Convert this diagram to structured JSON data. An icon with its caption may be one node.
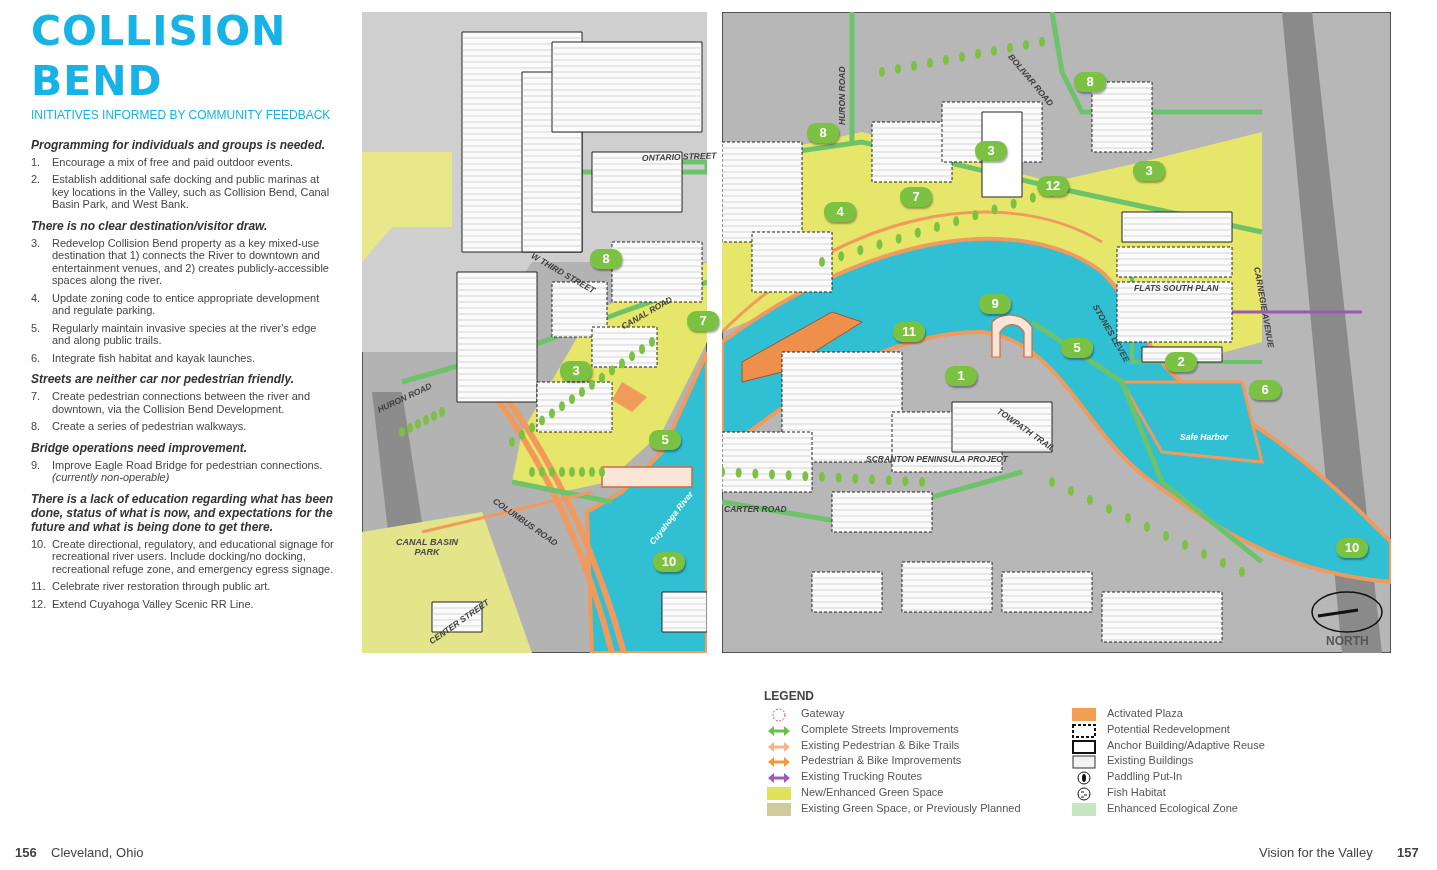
{
  "diagram": {
    "title": "COLLISION BEND",
    "labels": [
      "INITIATIVES INFORMED BY COMMUNITY FEEDBACK",
      "Programming for individuals and groups is needed.",
      "1.",
      "Encourage a mix of free and paid outdoor events.",
      "2.",
      "Establish additional safe docking and public marinas at key locations in the Valley, such as Collision Bend, Canal Basin Park, and West Bank.",
      "There is no clear destination/visitor draw.",
      "3.",
      "Redevelop Collision Bend property as a key mixed-use destination that 1) connects the River to downtown and entertainment venues, and 2) creates publicly-accessible spaces along the river.",
      "4.",
      "Update zoning code to entice appropriate development and regulate parking.",
      "5.",
      "Regularly maintain invasive species at the river's edge and along public trails.",
      "6.",
      "Integrate fish habitat and kayak launches.",
      "Streets are neither car nor pedestrian friendly.",
      "7.",
      "Create pedestrian connections between the river and downtown, via the Collision Bend Development.",
      "8.",
      "Create a series of pedestrian walkways.",
      "Bridge operations need improvement.",
      "9.",
      "Improve Eagle Road Bridge for pedestrian connections. *(currently non-operable)*",
      "There is a lack of education regarding what has been done, status of what is now, and expectations for the future and what is being done to get there.",
      "10.",
      "Create directional, regulatory, and educational signage for recreational river users. Include docking/no docking, recreational refuge zone, and emergency egress signage.",
      "11.",
      "Celebrate river restoration through public art.",
      "12.",
      "Extend Cuyahoga Valley Scenic RR Line.",
      "ONTARIO STREET",
      "8",
      "W THIRD STREET",
      "CANAL ROAD",
      "7",
      "3",
      "HURON ROAD",
      "5",
      "COLUMBUS ROAD",
      "Cuyahoga River",
      "CANAL BASIN PARK",
      "10",
      "CENTER STREET",
      "HURON ROAD",
      "BOLIVAR ROAD",
      "8",
      "8",
      "3",
      "3",
      "12",
      "7",
      "4",
      "9",
      "11",
      "1",
      "5",
      "2",
      "6",
      "10",
      "TOWPATH TRAIL",
      "FLATS SOUTH PLAN",
      "STONES LEVEE",
      "CARNEGIE AVENUE",
      "Safe Harbor",
      "SCRANTON PENINSULA PROJECT",
      "CARTER ROAD",
      "NORTH",
      "LEGEND",
      "156",
      "Cleveland, Ohio",
      "Vision for the Valley",
      "157"
    ],
    "legend": [
      {
        "text": "Gateway"
      },
      {
        "text": "Complete Streets Improvements"
      },
      {
        "text": "Existing Pedestrian & Bike Trails"
      },
      {
        "text": "Pedestrian & Bike Improvements"
      },
      {
        "text": "Existing Trucking Routes"
      },
      {
        "text": "New/Enhanced Green Space",
        "color": "#dfe35c"
      },
      {
        "text": "Existing Green Space, or Previously Planned",
        "color": "#cfcc9a"
      },
      {
        "text": "Activated Plaza",
        "color": "#f0a050"
      },
      {
        "text": "Potential Redevelopment"
      },
      {
        "text": "Anchor Building/Adaptive Reuse"
      },
      {
        "text": "Existing Buildings"
      },
      {
        "text": "Paddling Put-In"
      },
      {
        "text": "Fish Habitat"
      },
      {
        "text": "Enhanced Ecological Zone",
        "color": "#c6e5c2"
      }
    ]
  }
}
